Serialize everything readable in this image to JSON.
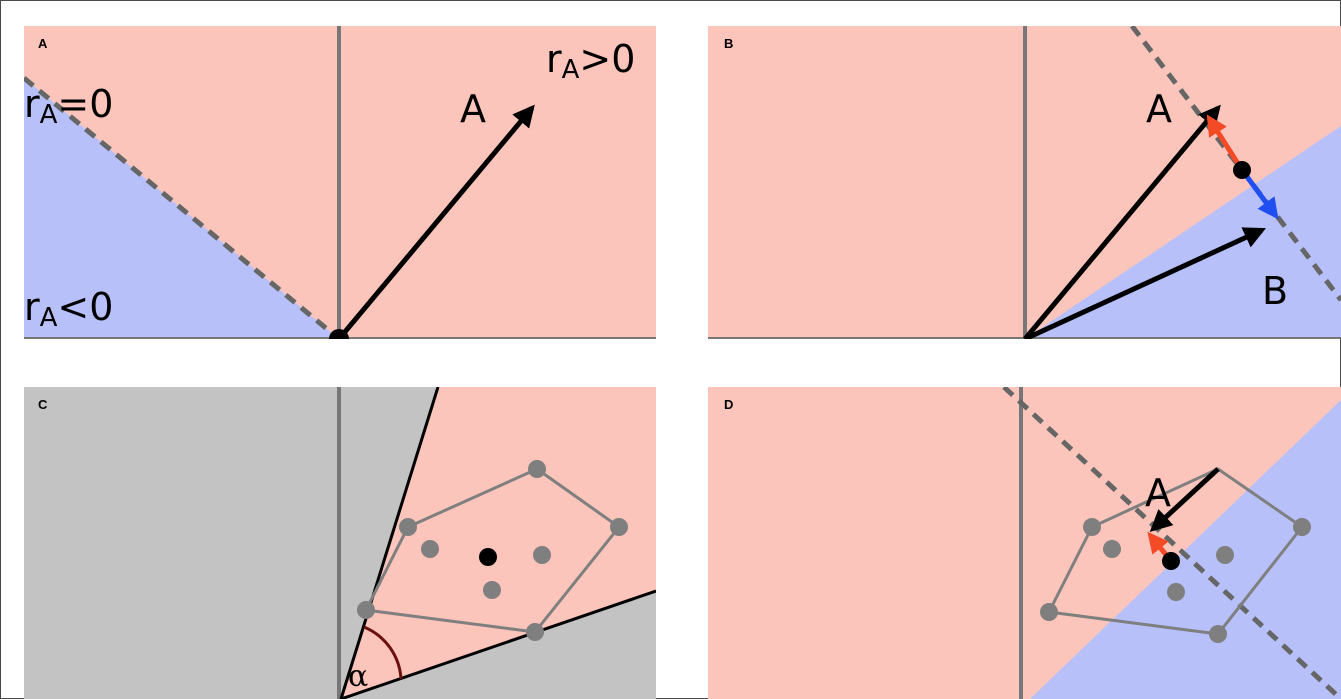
{
  "panels": {
    "a": {
      "label": "A",
      "vector_label": "A",
      "region_zero": {
        "base": "r",
        "sub": "A",
        "rel": "=0"
      },
      "region_pos": {
        "base": "r",
        "sub": "A",
        "rel": ">0"
      },
      "region_neg": {
        "base": "r",
        "sub": "A",
        "rel": "<0"
      }
    },
    "b": {
      "label": "B",
      "vector_a_label": "A",
      "vector_b_label": "B"
    },
    "c": {
      "label": "C",
      "angle_label": "α"
    },
    "d": {
      "label": "D",
      "vector_label": "A"
    }
  },
  "colors": {
    "positive_region": "#fcc5bb",
    "negative_region": "#b8c0fa",
    "excluded_region": "#c3c3c3",
    "axis": "#777777",
    "polygon": "#7f7f7f",
    "point": "#7f7f7f",
    "arrow_red": "#f44a26",
    "arrow_blue": "#1f4ff0",
    "angle_arc": "#6b1010"
  }
}
